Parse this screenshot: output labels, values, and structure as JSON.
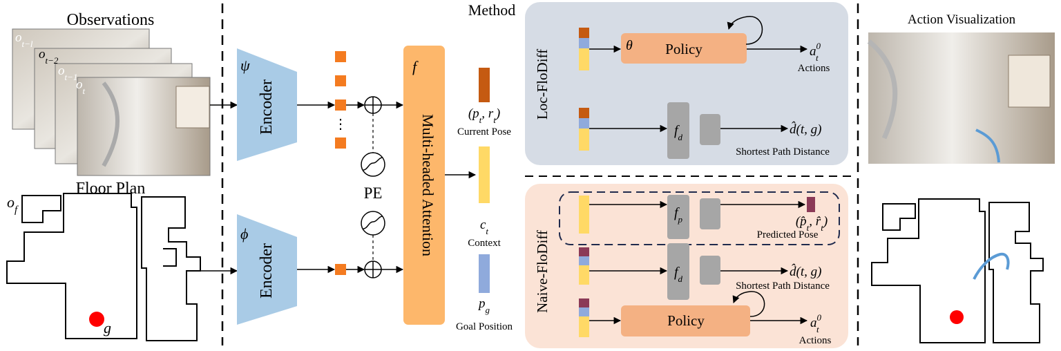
{
  "observations": {
    "title": "Observations",
    "frames": [
      "o_{t-l}",
      "o_{t-2}",
      "o_{t-1}",
      "o_t"
    ]
  },
  "floor_plan": {
    "title": "Floor Plan",
    "obs_label": "o_f",
    "goal_label": "g"
  },
  "encoders": {
    "obs": {
      "symbol": "ψ",
      "label": "Encoder"
    },
    "map": {
      "symbol": "ϕ",
      "label": "Encoder"
    }
  },
  "pe_label": "PE",
  "attention": {
    "symbol": "f",
    "label": "Multi-headed Attention"
  },
  "outputs": {
    "pose_symbol": "(p_t, r_t)",
    "pose_label": "Current Pose",
    "context_symbol": "c_t",
    "context_label": "Context",
    "goal_symbol": "p_g",
    "goal_label": "Goal Position"
  },
  "method": {
    "title": "Method",
    "loc": {
      "name": "Loc-FloDiff",
      "policy_symbol": "θ",
      "policy_label": "Policy",
      "action_symbol": "a_t^0",
      "action_label": "Actions",
      "dist_symbol": "f_d",
      "dist_output": "d̂(t, g)",
      "dist_label": "Shortest Path Distance"
    },
    "naive": {
      "name": "Naive-FloDiff",
      "pose_symbol": "f_p",
      "pose_output": "(p̂_t, r̂_t)",
      "pose_label": "Predicted Pose",
      "dist_symbol": "f_d",
      "dist_output": "d̂(t, g)",
      "dist_label": "Shortest Path Distance",
      "policy_label": "Policy",
      "action_symbol": "a_t^0",
      "action_label": "Actions"
    }
  },
  "action_vis": {
    "title": "Action Visualization"
  },
  "colors": {
    "encoder": "#a9cbe6",
    "token": "#f47b20",
    "attention": "#fdb76b",
    "pose": "#c55a11",
    "context": "#ffd966",
    "goal": "#8faadc",
    "pred_pose": "#8b3a57",
    "policy": "#f4b183",
    "gray_block": "#a6a6a6",
    "loc_bg": "#d6dce5",
    "naive_bg": "#fbe3d6",
    "goal_dot": "#ff0000",
    "path": "#5b9bd5"
  }
}
